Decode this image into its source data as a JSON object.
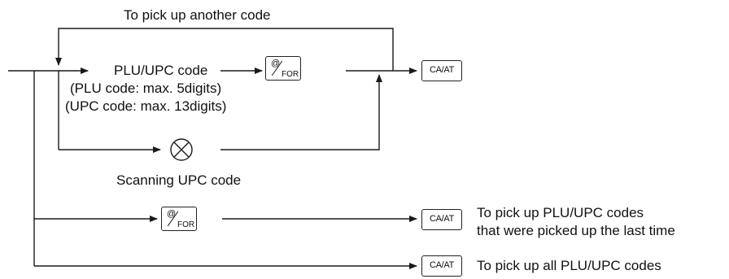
{
  "labels": {
    "another_code": "To pick up another code",
    "plu_upc_code": "PLU/UPC code",
    "plu_max": "(PLU code: max. 5digits)",
    "upc_max": "(UPC code: max. 13digits)",
    "scanning": "Scanning UPC code",
    "last_time_line1": "To pick up PLU/UPC codes",
    "last_time_line2": "that were picked up the last time",
    "all_codes": "To pick up all PLU/UPC codes"
  },
  "keys": {
    "caat": "CA/AT",
    "at_symbol": "@",
    "for_label": "FOR"
  },
  "colors": {
    "line": "#1a1a1a",
    "background": "#ffffff"
  },
  "icons": {
    "scanner": "circle-with-x"
  }
}
